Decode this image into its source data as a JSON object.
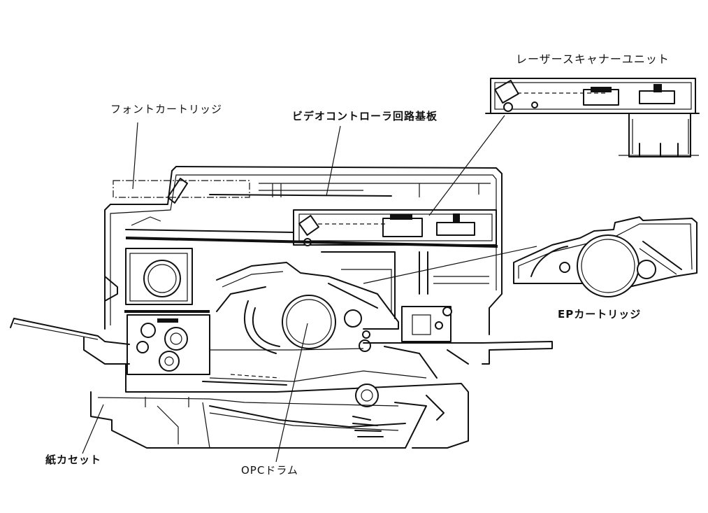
{
  "labels": {
    "laser_scanner_unit": "レーザースキャナーユニット",
    "font_cartridge": "フォントカートリッジ",
    "video_controller_board": "ビデオコントローラ回路基板",
    "ep_cartridge": "EPカートリッジ",
    "paper_cassette": "紙カセット",
    "opc_drum": "OPCドラム"
  }
}
